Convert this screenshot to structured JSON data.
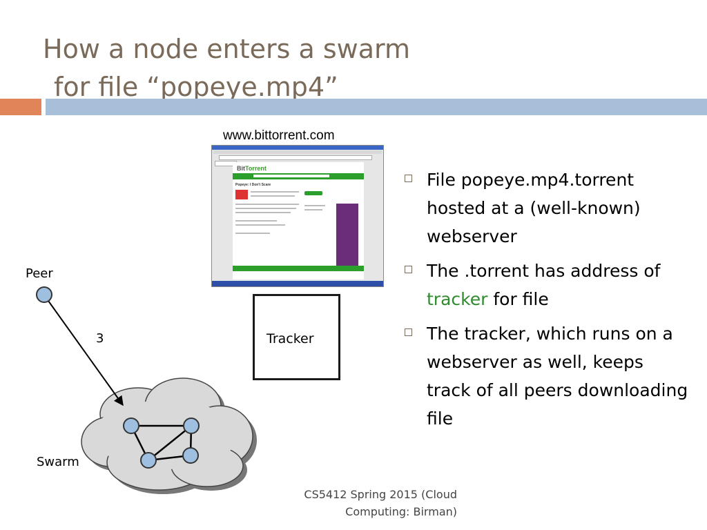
{
  "slide": {
    "title_line1": "How a node enters a swarm",
    "title_line2": "for file “popeye.mp4”",
    "accent_color": "#e0855a",
    "bar_color": "#a7bfd8"
  },
  "diagram": {
    "website_label": "www.bittorrent.com",
    "tracker_label": "Tracker",
    "peer_label": "Peer",
    "step_number": "3",
    "swarm_label": "Swarm",
    "browser": {
      "logo_prefix": "Bit",
      "logo_suffix": "Torrent",
      "page_heading": "Popeye: I Don't Scare"
    }
  },
  "bullets": [
    {
      "text": "File popeye.mp4.torrent hosted at a (well-known) webserver"
    },
    {
      "before": "The .torrent has address of ",
      "highlight": "tracker",
      "after": " for file",
      "highlight_color": "#2e8b2e"
    },
    {
      "text": "The tracker, which runs on a webserver as well, keeps track of all peers downloading file"
    }
  ],
  "footer": {
    "line1": "CS5412 Spring 2015 (Cloud",
    "line2": "Computing: Birman)"
  }
}
